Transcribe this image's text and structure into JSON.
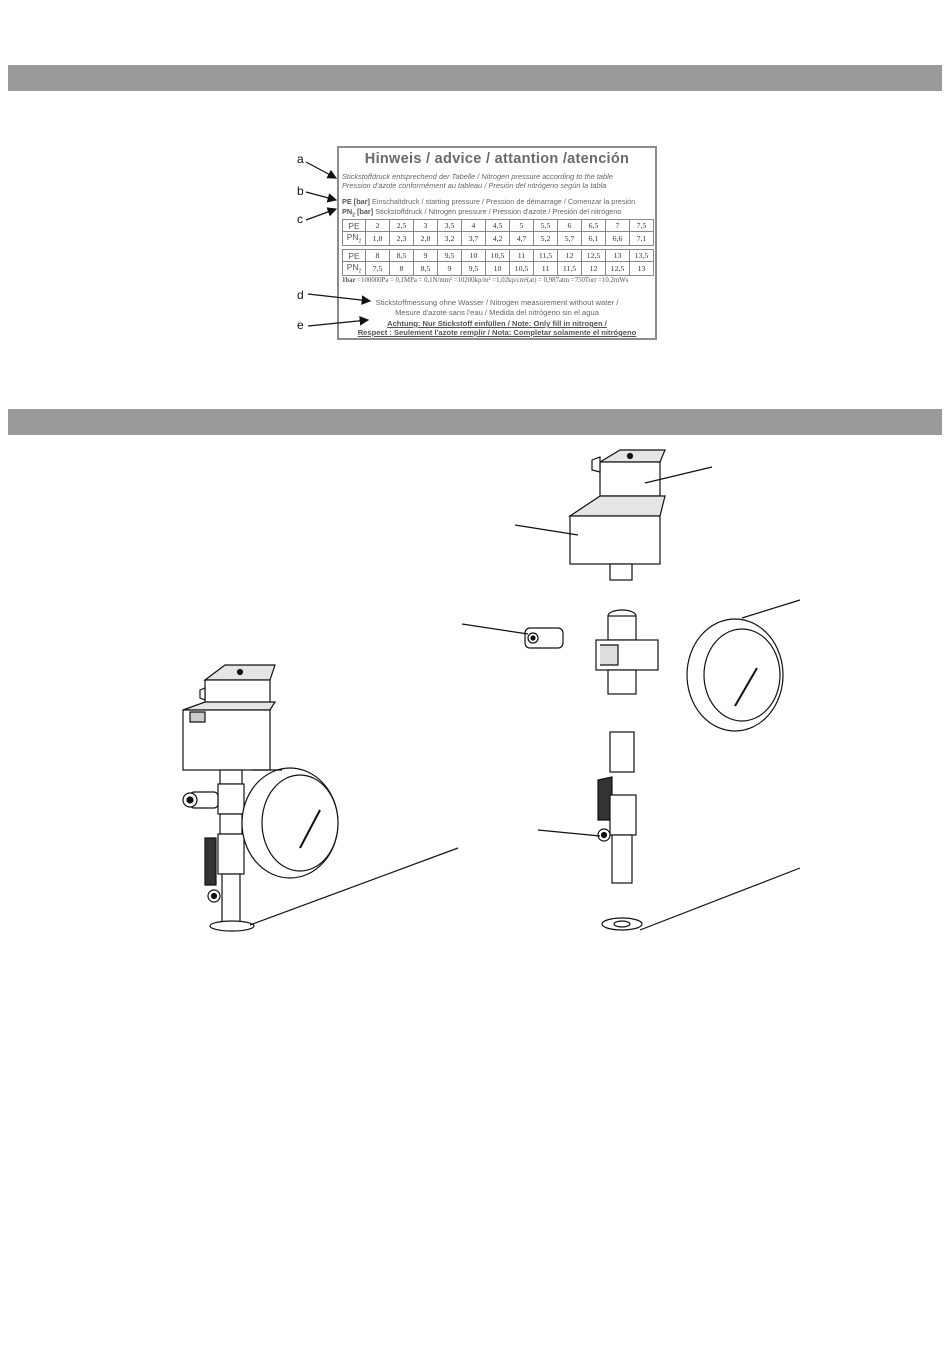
{
  "callouts": [
    "a",
    "b",
    "c",
    "d",
    "e"
  ],
  "label": {
    "title": "Hinweis / advice / attantion /atención",
    "line_a": "Stickstoffdruck entsprechend der Tabelle / Nitrogen pressure according to the table",
    "line_a2": "Pression d'azote conformément au tableau / Presión del nitrógeno según la tabla",
    "pe_key": "PE [bar]",
    "pe_desc": "Einschaltdruck / starting pressure / Pression de démarrage / Comenzar la presión",
    "pn_key": "PN",
    "pn_sub": "2",
    "pn_unit": "[bar]",
    "pn_desc": "Stickstoffdruck / Nitrogen pressure  / Pression d'azote / Presión del nitrógeno",
    "table_header_pe": "PE",
    "table_header_pn": "PN",
    "table1": {
      "pe": [
        "2",
        "2,5",
        "3",
        "3,5",
        "4",
        "4,5",
        "5",
        "5,5",
        "6",
        "6,5",
        "7",
        "7,5"
      ],
      "pn": [
        "1,8",
        "2,3",
        "2,8",
        "3,2",
        "3,7",
        "4,2",
        "4,7",
        "5,2",
        "5,7",
        "6,1",
        "6,6",
        "7,1"
      ]
    },
    "table2": {
      "pe": [
        "8",
        "8,5",
        "9",
        "9,5",
        "10",
        "10,5",
        "11",
        "11,5",
        "12",
        "12,5",
        "13",
        "13,5"
      ],
      "pn": [
        "7,5",
        "8",
        "8,5",
        "9",
        "9,5",
        "10",
        "10,5",
        "11",
        "11,5",
        "12",
        "12,5",
        "13"
      ]
    },
    "conv_bold": "1bar",
    "conversion": " =100000Pa = 0,1MPa = 0,1N/mm² =10200kp/m² =1,02kp/cm²(at) = 0,987atm =750Torr =10,2mWs",
    "measure1": "Stickstoffmessung ohne Wasser / Nitrogen measurement without water /",
    "measure2": "Mesure d'azote sans l'eau  / Medida del nitrógeno sin el agua",
    "warn1": "Achtung: Nur Stickstoff einfüllen / Note: Only fill in nitrogen /",
    "warn2": "Respect : Seulement l'azote remplir / Nota: Completar solamente el nitrógeno"
  }
}
